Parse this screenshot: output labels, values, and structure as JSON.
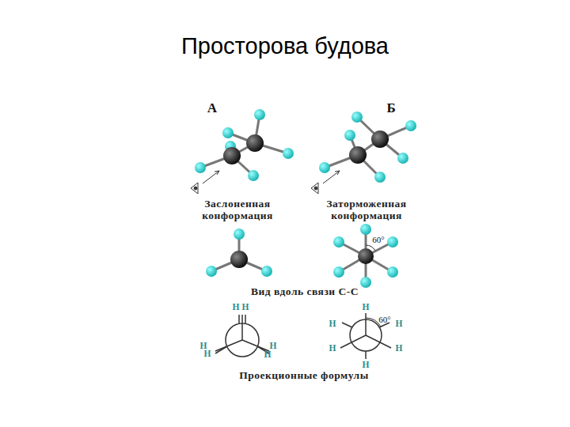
{
  "diagram": {
    "title": "Просторова будова",
    "labels": [
      "А",
      "Б",
      "Заслоненная конформация",
      "Заторможенная конформация",
      "60°",
      "Вид вдоль связи С-С",
      "H",
      "H",
      "H",
      "H",
      "H",
      "H",
      "60°",
      "H",
      "H",
      "H",
      "H",
      "H",
      "H",
      "Проекционные формулы"
    ]
  }
}
